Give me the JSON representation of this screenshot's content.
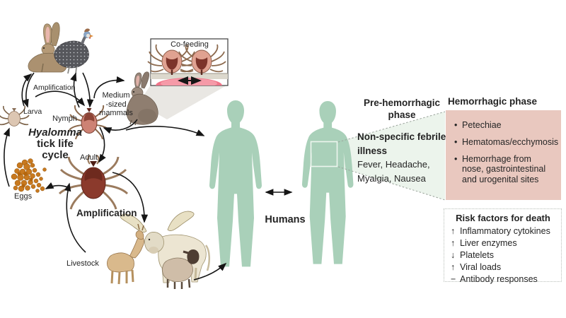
{
  "tick_cycle": {
    "title_species": "Hyalomma",
    "title_line2": "tick life",
    "title_line3": "cycle",
    "stage_larva": "Larva",
    "stage_nymph": "Nymph",
    "stage_adult": "Adult",
    "stage_eggs": "Eggs",
    "amplification_small_hosts": "Amplification",
    "amplification_livestock": "Amplification",
    "medium_mammals_line1": "Medium",
    "medium_mammals_line2": "-sized",
    "medium_mammals_line3": "mammals",
    "livestock_label": "Livestock"
  },
  "cofeeding_inset": {
    "title": "Co-feeding"
  },
  "humans": {
    "label": "Humans"
  },
  "pre_hemorrhagic_phase": {
    "title": "Pre-hemorrhagic phase",
    "illness": "Non-specific febrile illness",
    "symptoms": "Fever, Headache, Myalgia, Nausea"
  },
  "hemorrhagic_phase": {
    "title": "Hemorrhagic phase",
    "bullet_glyph": "•",
    "bullets": [
      "Petechiae",
      "Hematomas/ecchymosis",
      "Hemorrhage from nose, gastrointestinal and urogenital sites"
    ]
  },
  "risk_factors": {
    "title": "Risk factors for death",
    "items": [
      {
        "symbol": "↑",
        "text": "Inflammatory cytokines"
      },
      {
        "symbol": "↑",
        "text": "Liver enzymes"
      },
      {
        "symbol": "↓",
        "text": "Platelets"
      },
      {
        "symbol": "↑",
        "text": "Viral loads"
      },
      {
        "symbol": "−",
        "text": "Antibody responses"
      }
    ]
  },
  "colors": {
    "human_silhouette": "#a9d0b9",
    "hemorrhagic_panel_bg": "#e9c8bf",
    "projection_fill": "#ecf4ec",
    "egg_orange": "#c8791f",
    "adult_tick_body": "#8b3a2c",
    "blood_pool_pink": "#f0758a"
  }
}
